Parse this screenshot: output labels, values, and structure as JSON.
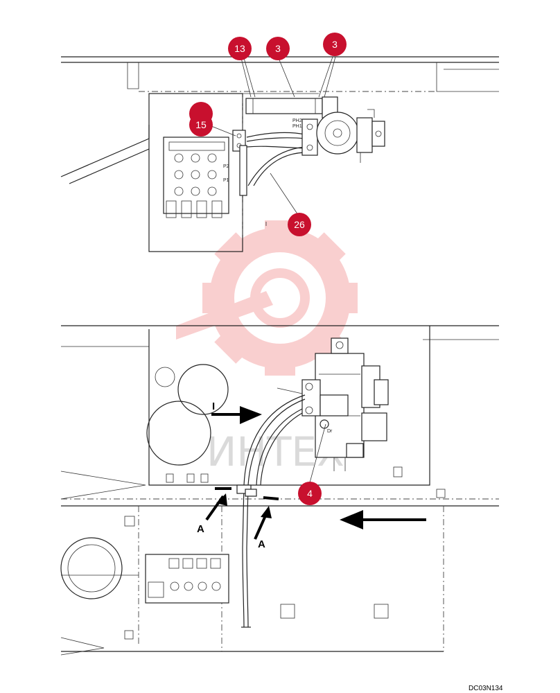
{
  "callouts": [
    {
      "id": "c13",
      "label": "13"
    },
    {
      "id": "c3a",
      "label": "3"
    },
    {
      "id": "c3b",
      "label": "3"
    },
    {
      "id": "c15",
      "label": "15"
    },
    {
      "id": "c26",
      "label": "26"
    },
    {
      "id": "c4",
      "label": "4"
    }
  ],
  "view_letters": {
    "view_i": "I",
    "section_a_left": "A",
    "section_a_right": "A"
  },
  "port_labels": {
    "ph2": "PH2",
    "ph1": "PH1",
    "p1": "P1",
    "p2": "P2",
    "dr": "Dr"
  },
  "watermark": {
    "text": "ИНТЕХ",
    "color": "#e8292b"
  },
  "drawing_code": "DC03N134",
  "colors": {
    "callout_fill": "#c8102e",
    "callout_text": "#ffffff",
    "line": "#222222"
  }
}
